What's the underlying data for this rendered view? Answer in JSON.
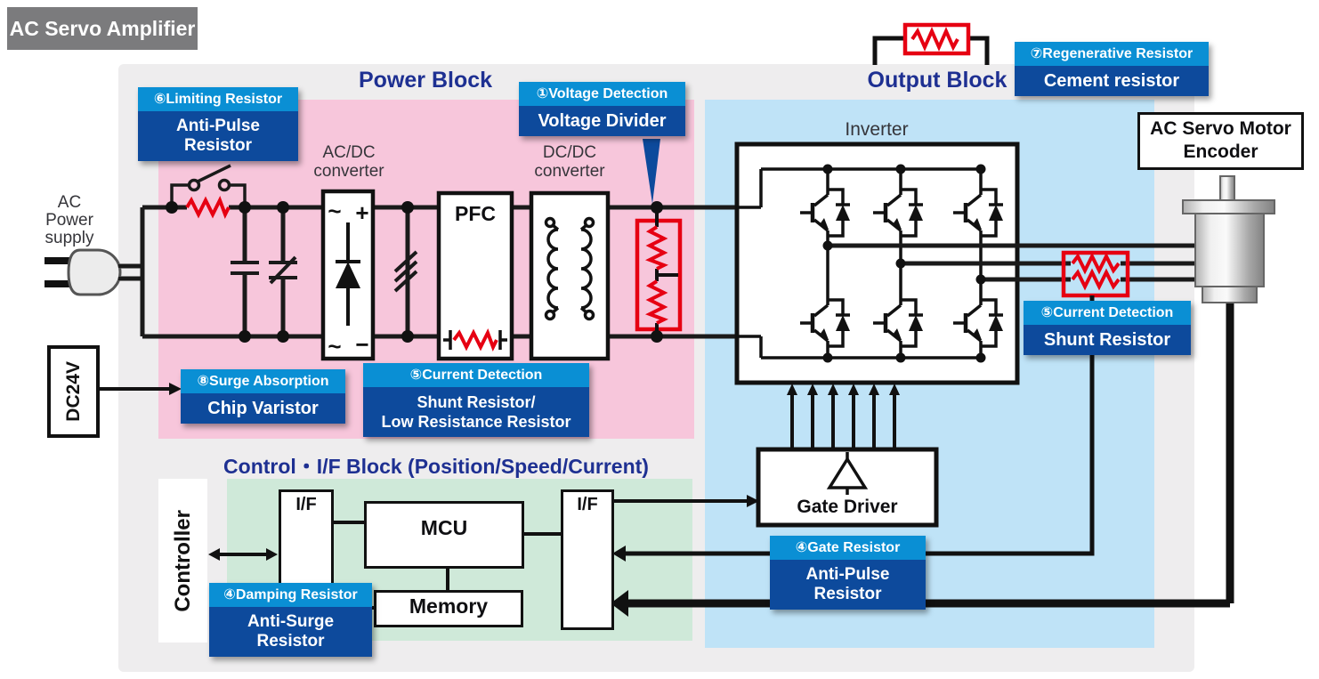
{
  "title": "AC Servo Amplifier",
  "blocks": {
    "power": "Power Block",
    "output": "Output Block",
    "control": "Control・I/F Block (Position/Speed/Current)"
  },
  "components": {
    "ac_power_supply": "AC\nPower\nsupply",
    "dc24v": "DC24V",
    "acdc_converter": "AC/DC\nconverter",
    "dcdc_converter": "DC/DC\nconverter",
    "pfc": "PFC",
    "inverter": "Inverter",
    "gate_driver": "Gate Driver",
    "mcu": "MCU",
    "memory": "Memory",
    "interface": "I/F",
    "controller": "Controller",
    "motor": "AC Servo Motor\nEncoder",
    "acdc_symbols": {
      "top_left": "~",
      "top_right": "+",
      "bottom_left": "~",
      "bottom_right": "−"
    }
  },
  "callouts": [
    {
      "id": "limiting",
      "header": "⑥Limiting Resistor",
      "body": "Anti-Pulse\nResistor"
    },
    {
      "id": "voltage",
      "header": "①Voltage Detection",
      "body": "Voltage Divider"
    },
    {
      "id": "regen",
      "header": "⑦Regenerative Resistor",
      "body": "Cement resistor"
    },
    {
      "id": "surge",
      "header": "⑧Surge Absorption",
      "body": "Chip Varistor"
    },
    {
      "id": "current-a",
      "header": "⑤Current Detection",
      "body": "Shunt Resistor/\nLow Resistance Resistor"
    },
    {
      "id": "current-b",
      "header": "⑤Current Detection",
      "body": "Shunt Resistor"
    },
    {
      "id": "gate",
      "header": "④Gate Resistor",
      "body": "Anti-Pulse\nResistor"
    },
    {
      "id": "damping",
      "header": "④Damping Resistor",
      "body": "Anti-Surge\nResistor"
    }
  ],
  "colors": {
    "accent_red": "#e60012",
    "callout_header_blue": "#0a8fd4",
    "callout_body_blue": "#0d4a9c",
    "title_navy": "#1e3092",
    "power_block_pink": "#f7c6db",
    "output_block_blue": "#bfe3f7",
    "control_block_green": "#cfe9d9",
    "amplifier_gray": "#eeedee",
    "title_box_gray": "#7b7b7d"
  }
}
